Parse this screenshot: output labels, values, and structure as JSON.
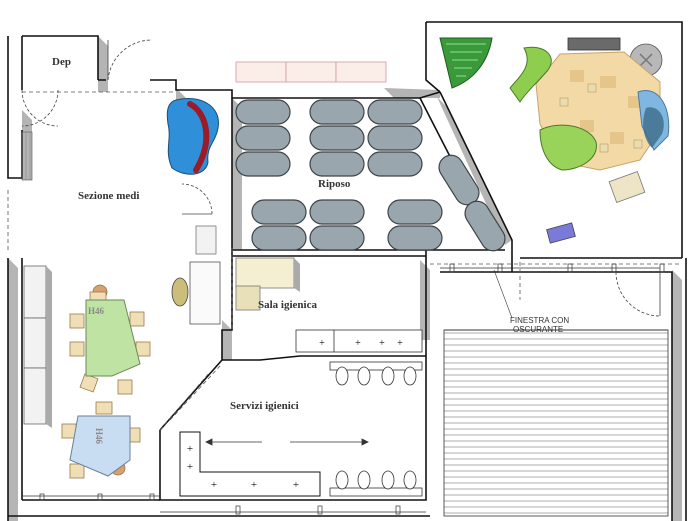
{
  "rooms": {
    "dep": "Dep",
    "sezione_medi": "Sezione medi",
    "riposo": "Riposo",
    "sala_igienica": "Sala igienica",
    "servizi_igienici": "Servizi igienici"
  },
  "annotations": {
    "finestra_line1": "FINESTRA CON",
    "finestra_line2": "OSCURANTE"
  },
  "furniture_codes": {
    "table_a": "H46",
    "table_b": "H46"
  },
  "colors": {
    "wall": "#111111",
    "shadow": "#9a9a9a",
    "cot": "#9aa6ad",
    "table_green": "#bfe3a2",
    "table_blue": "#c9ddf2",
    "chair": "#f0dfb6",
    "rug": "#f3d9a6",
    "bean_bag": "#2f8fd8",
    "green_seat": "#8fcd4f"
  }
}
